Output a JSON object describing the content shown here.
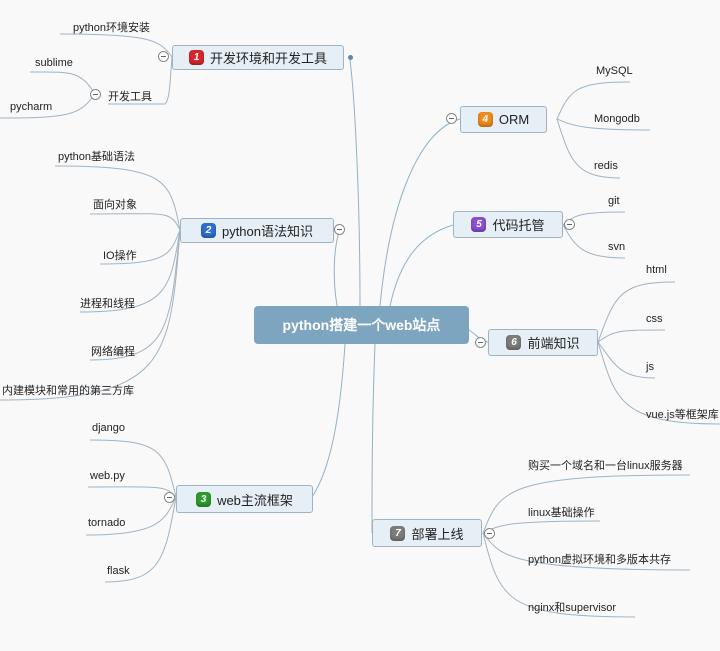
{
  "root": {
    "label": "python搭建一个web站点"
  },
  "topics": [
    {
      "id": "t1",
      "badge": "1",
      "color": "#d9262b",
      "label": "开发环境和开发工具",
      "children": [
        {
          "label": "python环境安装"
        }
      ],
      "subgroup": {
        "label": "开发工具",
        "children": [
          {
            "label": "sublime"
          },
          {
            "label": "pycharm"
          }
        ]
      }
    },
    {
      "id": "t2",
      "badge": "2",
      "color": "#2f6fd0",
      "label": "python语法知识",
      "children": [
        {
          "label": "python基础语法"
        },
        {
          "label": "面向对象"
        },
        {
          "label": "IO操作"
        },
        {
          "label": "进程和线程"
        },
        {
          "label": "网络编程"
        },
        {
          "label": "内建模块和常用的第三方库"
        }
      ]
    },
    {
      "id": "t3",
      "badge": "3",
      "color": "#2e9b2e",
      "label": "web主流框架",
      "children": [
        {
          "label": "django"
        },
        {
          "label": "web.py"
        },
        {
          "label": "tornado"
        },
        {
          "label": "flask"
        }
      ]
    },
    {
      "id": "t4",
      "badge": "4",
      "color": "#f08a1c",
      "label": "ORM",
      "children": [
        {
          "label": "MySQL"
        },
        {
          "label": "Mongodb"
        },
        {
          "label": "redis"
        }
      ]
    },
    {
      "id": "t5",
      "badge": "5",
      "color": "#8a4fd0",
      "label": "代码托管",
      "children": [
        {
          "label": "git"
        },
        {
          "label": "svn"
        }
      ]
    },
    {
      "id": "t6",
      "badge": "6",
      "color": "#7c7c7c",
      "label": "前端知识",
      "children": [
        {
          "label": "html"
        },
        {
          "label": "css"
        },
        {
          "label": "js"
        },
        {
          "label": "vue.js等框架库"
        }
      ]
    },
    {
      "id": "t7",
      "badge": "7",
      "color": "#7c7c7c",
      "label": "部署上线",
      "children": [
        {
          "label": "购买一个域名和一台linux服务器"
        },
        {
          "label": "linux基础操作"
        },
        {
          "label": "python虚拟环境和多版本共存"
        },
        {
          "label": "nginx和supervisor"
        }
      ]
    }
  ]
}
